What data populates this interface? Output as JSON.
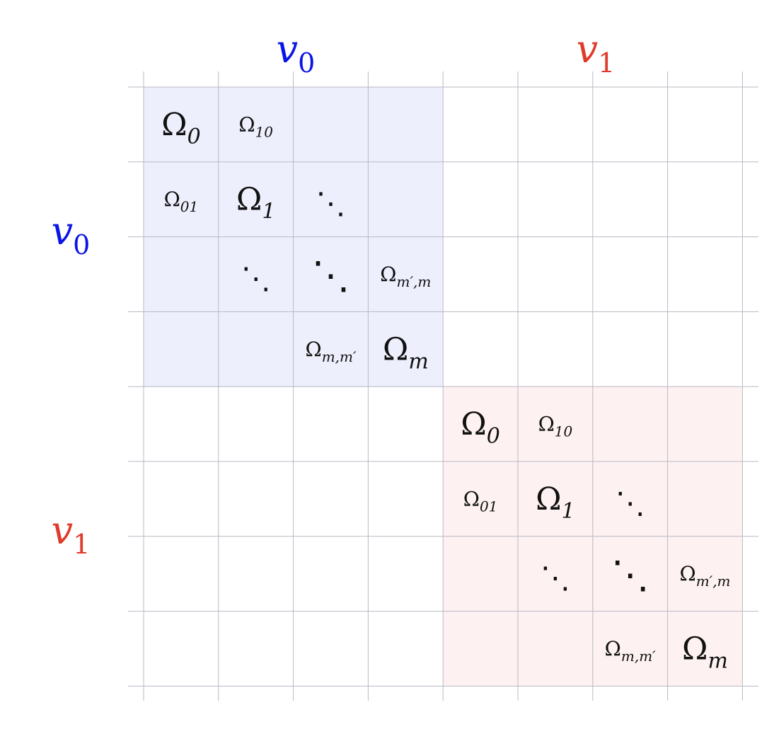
{
  "colors": {
    "v0": "#0a14e6",
    "v1": "#e03a2a",
    "block_v0_fill": "#eeeffd",
    "block_v1_fill": "#fdf1f1",
    "grid": "#b9b9c6"
  },
  "axis_labels": {
    "top": [
      {
        "var": "v",
        "sub": "0",
        "color_key": "v0"
      },
      {
        "var": "v",
        "sub": "1",
        "color_key": "v1"
      }
    ],
    "left": [
      {
        "var": "v",
        "sub": "0",
        "color_key": "v0"
      },
      {
        "var": "v",
        "sub": "1",
        "color_key": "v1"
      }
    ]
  },
  "blocks": [
    {
      "name": "v0",
      "cells": [
        {
          "r": 0,
          "c": 0,
          "base": "Ω",
          "sub": "0",
          "size": "large"
        },
        {
          "r": 0,
          "c": 1,
          "base": "Ω",
          "sub": "10",
          "size": "small"
        },
        {
          "r": 1,
          "c": 0,
          "base": "Ω",
          "sub": "01",
          "size": "small"
        },
        {
          "r": 1,
          "c": 1,
          "base": "Ω",
          "sub": "1",
          "size": "large"
        },
        {
          "r": 1,
          "c": 2,
          "base": "⋱",
          "sub": "",
          "size": "dots-small"
        },
        {
          "r": 2,
          "c": 1,
          "base": "⋱",
          "sub": "",
          "size": "dots-small"
        },
        {
          "r": 2,
          "c": 2,
          "base": "⋱",
          "sub": "",
          "size": "dots-large"
        },
        {
          "r": 2,
          "c": 3,
          "base": "Ω",
          "sub": "m′,m",
          "size": "small"
        },
        {
          "r": 3,
          "c": 2,
          "base": "Ω",
          "sub": "m,m′",
          "size": "small"
        },
        {
          "r": 3,
          "c": 3,
          "base": "Ω",
          "sub": "m",
          "size": "large"
        }
      ]
    },
    {
      "name": "v1",
      "cells": [
        {
          "r": 0,
          "c": 0,
          "base": "Ω",
          "sub": "0",
          "size": "large"
        },
        {
          "r": 0,
          "c": 1,
          "base": "Ω",
          "sub": "10",
          "size": "small"
        },
        {
          "r": 1,
          "c": 0,
          "base": "Ω",
          "sub": "01",
          "size": "small"
        },
        {
          "r": 1,
          "c": 1,
          "base": "Ω",
          "sub": "1",
          "size": "large"
        },
        {
          "r": 1,
          "c": 2,
          "base": "⋱",
          "sub": "",
          "size": "dots-small"
        },
        {
          "r": 2,
          "c": 1,
          "base": "⋱",
          "sub": "",
          "size": "dots-small"
        },
        {
          "r": 2,
          "c": 2,
          "base": "⋱",
          "sub": "",
          "size": "dots-large"
        },
        {
          "r": 2,
          "c": 3,
          "base": "Ω",
          "sub": "m′,m",
          "size": "small"
        },
        {
          "r": 3,
          "c": 2,
          "base": "Ω",
          "sub": "m,m′",
          "size": "small"
        },
        {
          "r": 3,
          "c": 3,
          "base": "Ω",
          "sub": "m",
          "size": "large"
        }
      ]
    }
  ]
}
